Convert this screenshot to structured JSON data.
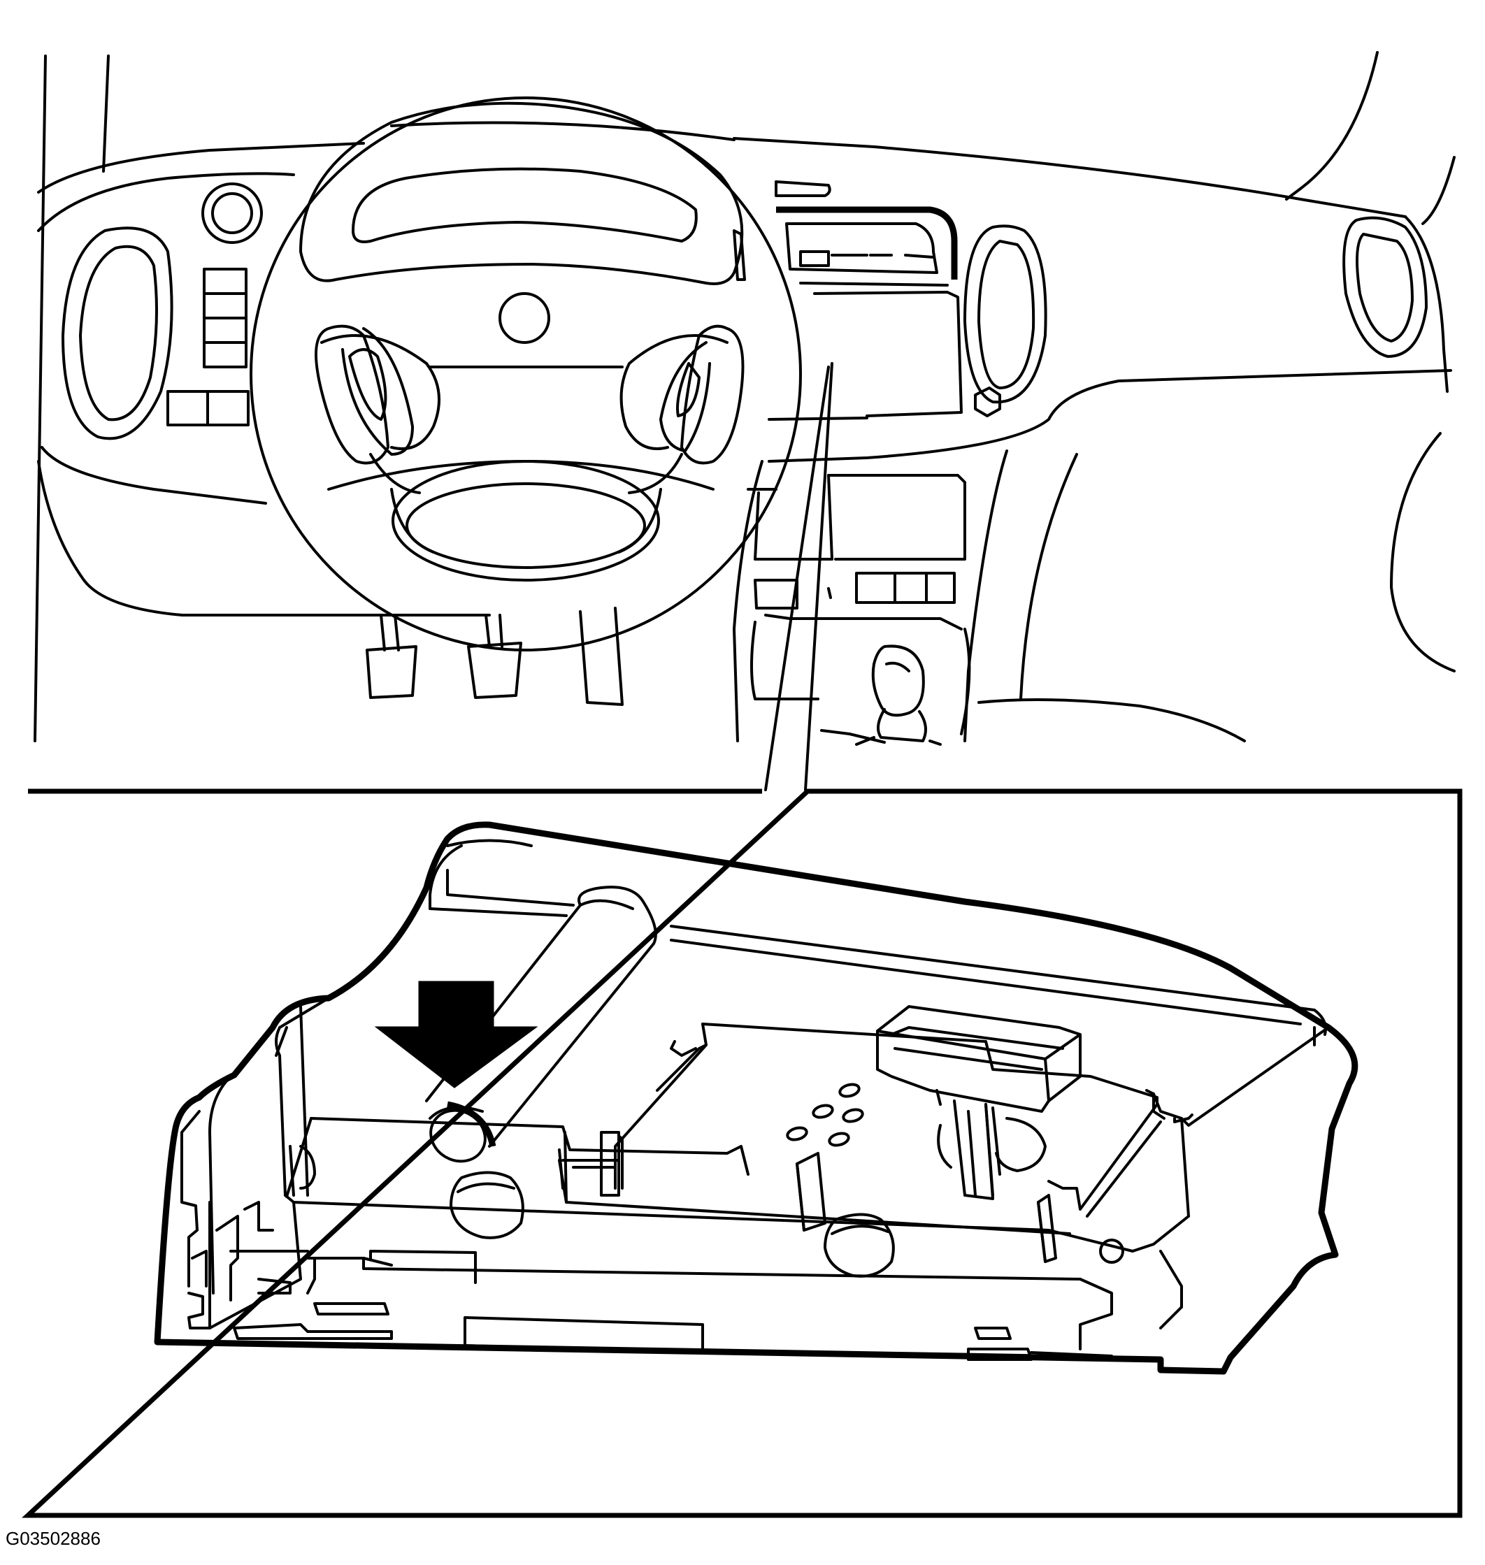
{
  "figure": {
    "id_label": "G03502886",
    "overview": "dashboard-interior",
    "detail": "instrument-unit-underside",
    "indicator": "arrow-down-icon"
  },
  "colors": {
    "line": "#000000",
    "background": "#ffffff"
  }
}
